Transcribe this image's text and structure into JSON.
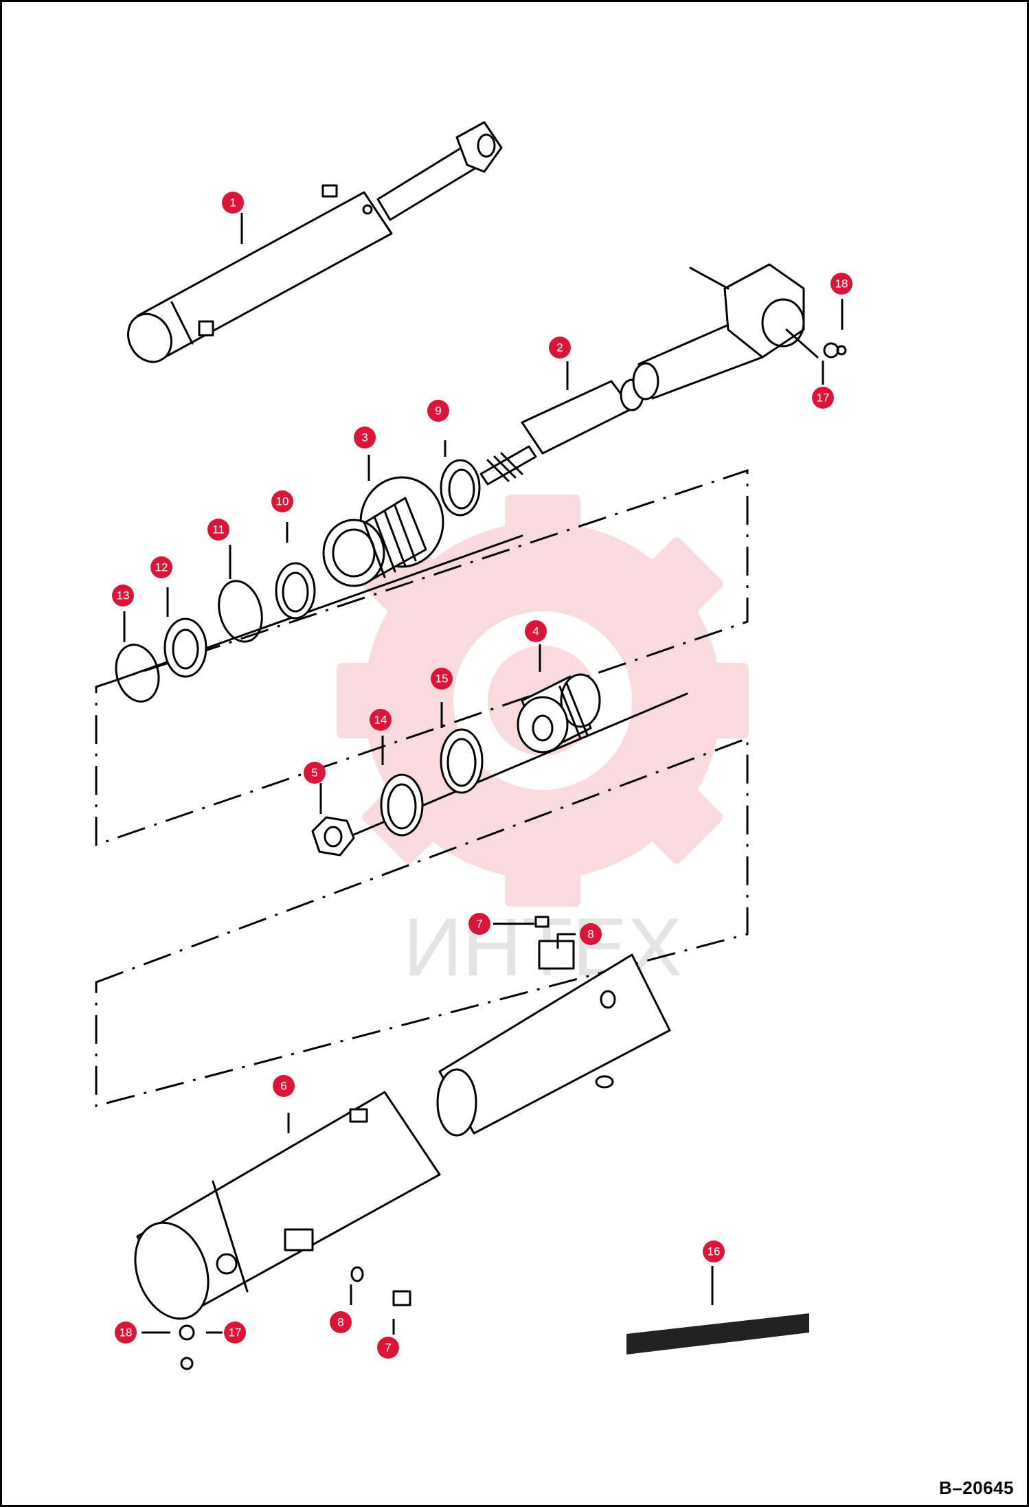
{
  "drawing_code": "B–20645",
  "watermark_text": "ИНТЕХ",
  "accent_color": "#d9163a",
  "watermark_color": "#f4b9bf",
  "callouts": [
    {
      "id": "c1",
      "label": "1"
    },
    {
      "id": "c2",
      "label": "2"
    },
    {
      "id": "c3",
      "label": "3"
    },
    {
      "id": "c4",
      "label": "4"
    },
    {
      "id": "c5",
      "label": "5"
    },
    {
      "id": "c6",
      "label": "6"
    },
    {
      "id": "c7a",
      "label": "7"
    },
    {
      "id": "c7b",
      "label": "7"
    },
    {
      "id": "c8a",
      "label": "8"
    },
    {
      "id": "c8b",
      "label": "8"
    },
    {
      "id": "c9",
      "label": "9"
    },
    {
      "id": "c10",
      "label": "10"
    },
    {
      "id": "c11",
      "label": "11"
    },
    {
      "id": "c12",
      "label": "12"
    },
    {
      "id": "c13",
      "label": "13"
    },
    {
      "id": "c14",
      "label": "14"
    },
    {
      "id": "c15",
      "label": "15"
    },
    {
      "id": "c16",
      "label": "16"
    },
    {
      "id": "c17a",
      "label": "17"
    },
    {
      "id": "c17b",
      "label": "17"
    },
    {
      "id": "c18a",
      "label": "18"
    },
    {
      "id": "c18b",
      "label": "18"
    }
  ]
}
